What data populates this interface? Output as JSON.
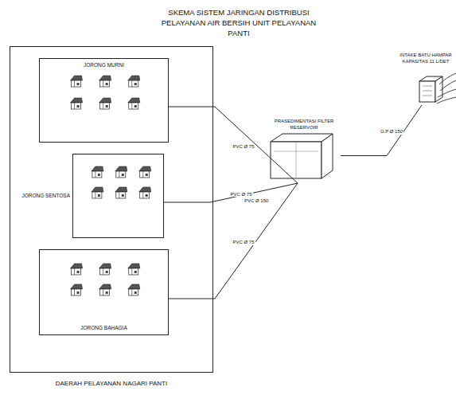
{
  "diagram": {
    "title": "SKEMA SISTEM JARINGAN DISTRIBUSI PELAYANAN AIR BERSIH UNIT PELAYANAN PANTI",
    "nodes": [
      {
        "text": [
          "DAERAH PELAYANAN NAGARI PANTI"
        ]
      },
      {
        "text": [
          "JORONG MURNI"
        ],
        "in": 0
      },
      {
        "text": [
          "JORONG SENTOSA"
        ],
        "in": 0
      },
      {
        "text": [
          "JORONG BAHAGIA"
        ],
        "in": 0
      },
      {
        "text": [
          "PRASEDIMENTASI FILTER RESERVOIR"
        ]
      },
      {
        "text": [
          "INTAKE BATU HAMPAR KAPASITAS 11 L/DET"
        ]
      }
    ],
    "edges": [
      {
        "from": 5,
        "to": 4,
        "label": "G.P Ø 150",
        "arrow": "none"
      },
      {
        "from": 4,
        "to": 1,
        "label": "PVC Ø 75",
        "arrow": "none"
      },
      {
        "from": 4,
        "to": 2,
        "label": "PVC Ø 75",
        "arrow": "none"
      },
      {
        "from": 4,
        "to": 3,
        "label": "PVC Ø 75",
        "arrow": "none"
      }
    ],
    "labels": [
      "PVC Ø 150"
    ]
  }
}
